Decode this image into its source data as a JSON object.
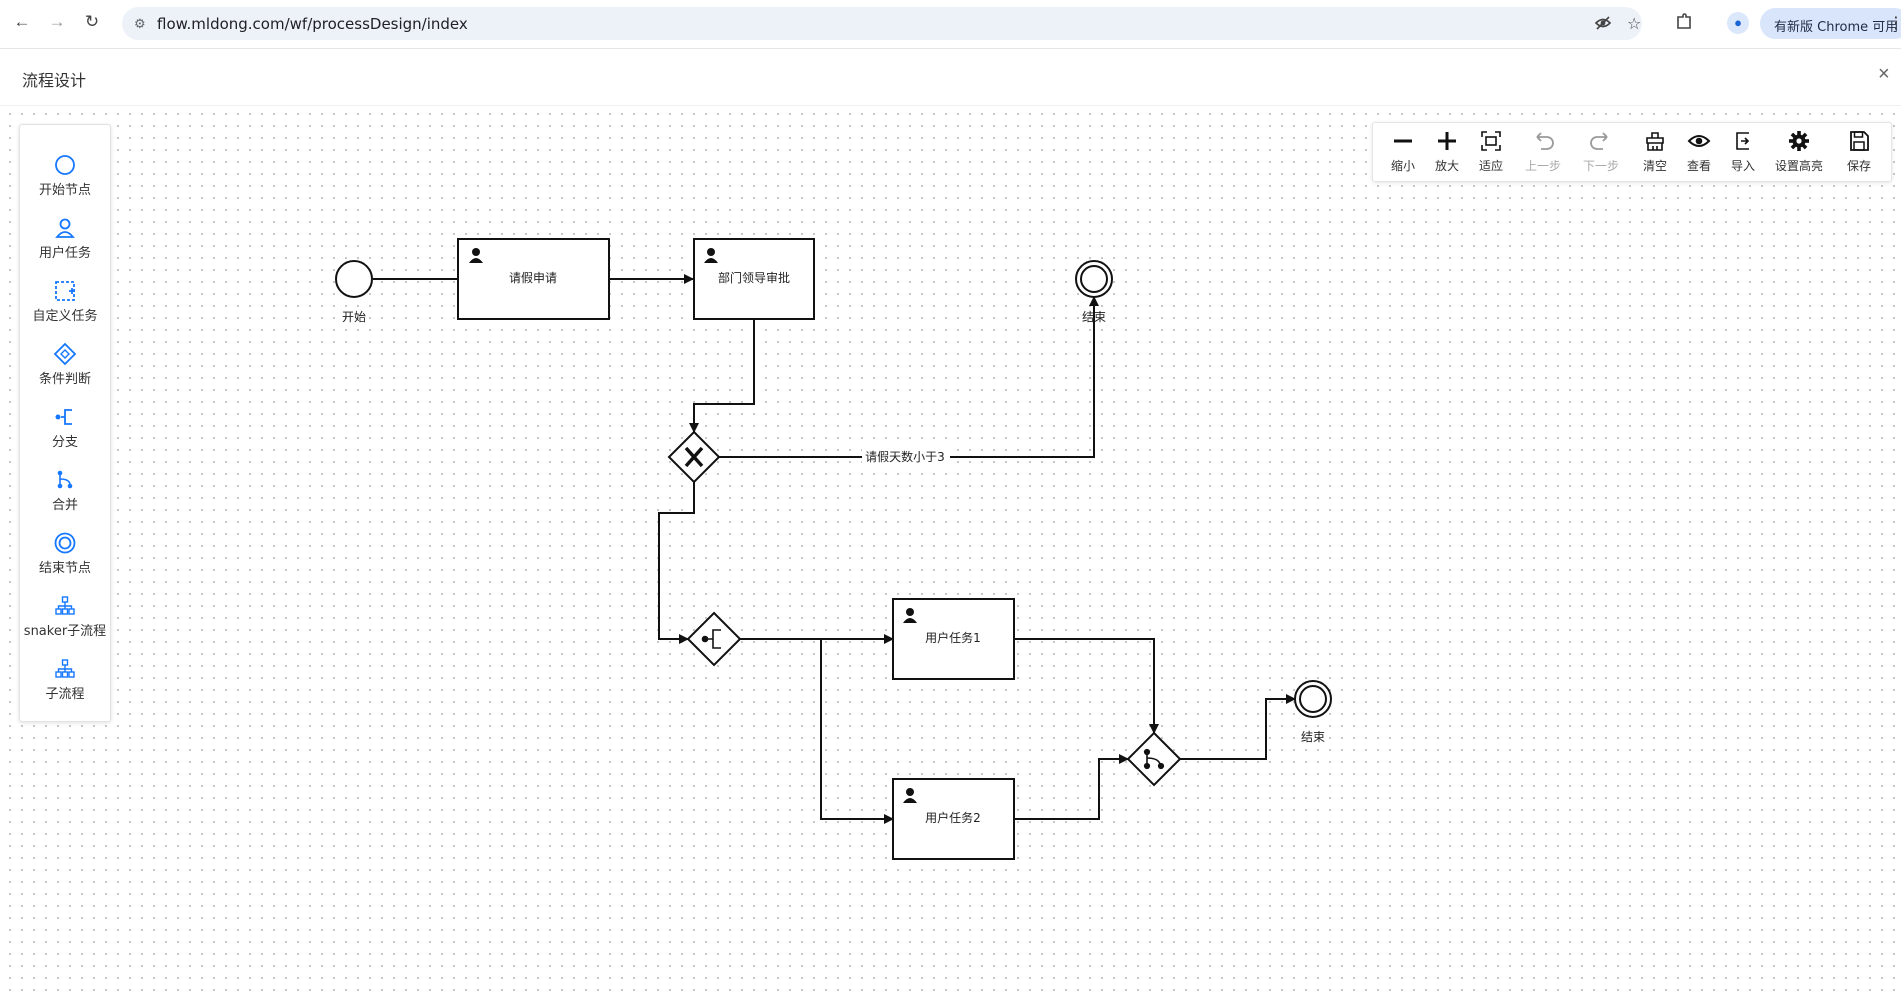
{
  "browser": {
    "url": "flow.mldong.com/wf/processDesign/index",
    "update_label": "有新版 Chrome 可用"
  },
  "header": {
    "title": "流程设计",
    "close_label": "×"
  },
  "palette": {
    "items": [
      {
        "label": "开始节点",
        "icon": "start-event-icon"
      },
      {
        "label": "用户任务",
        "icon": "user-task-icon"
      },
      {
        "label": "自定义任务",
        "icon": "custom-task-icon"
      },
      {
        "label": "条件判断",
        "icon": "condition-gateway-icon"
      },
      {
        "label": "分支",
        "icon": "fork-icon"
      },
      {
        "label": "合并",
        "icon": "join-icon"
      },
      {
        "label": "结束节点",
        "icon": "end-event-icon"
      },
      {
        "label": "snaker子流程",
        "icon": "snaker-subprocess-icon"
      },
      {
        "label": "子流程",
        "icon": "subprocess-icon"
      }
    ]
  },
  "toolbar": {
    "items": [
      {
        "label": "缩小",
        "icon": "zoom-out-icon",
        "enabled": true
      },
      {
        "label": "放大",
        "icon": "zoom-in-icon",
        "enabled": true
      },
      {
        "label": "适应",
        "icon": "fit-icon",
        "enabled": true
      },
      {
        "label": "上一步",
        "icon": "undo-icon",
        "enabled": false
      },
      {
        "label": "下一步",
        "icon": "redo-icon",
        "enabled": false
      },
      {
        "label": "清空",
        "icon": "clear-icon",
        "enabled": true
      },
      {
        "label": "查看",
        "icon": "view-icon",
        "enabled": true
      },
      {
        "label": "导入",
        "icon": "import-icon",
        "enabled": true
      },
      {
        "label": "设置高亮",
        "icon": "gear-icon",
        "enabled": true
      },
      {
        "label": "保存",
        "icon": "save-icon",
        "enabled": true
      }
    ]
  },
  "diagram": {
    "start_label": "开始",
    "task_leave_request": "请假申请",
    "task_dept_approval": "部门领导审批",
    "end1_label": "结束",
    "condition_label": "请假天数小于3",
    "task_user1": "用户任务1",
    "task_user2": "用户任务2",
    "end2_label": "结束"
  },
  "colors": {
    "accent": "#1677ff",
    "stroke": "#111111",
    "grid_dot": "#bfc3c8"
  }
}
